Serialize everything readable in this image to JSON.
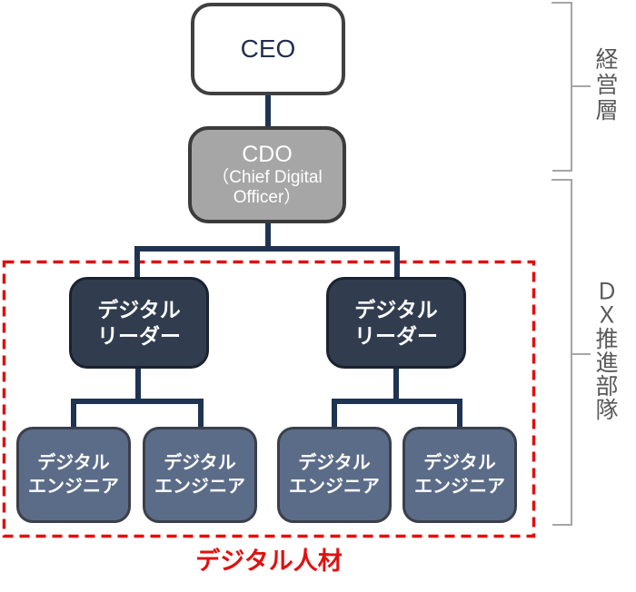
{
  "nodes": {
    "ceo": {
      "label": "CEO"
    },
    "cdo": {
      "title": "CDO",
      "subtitle": "（Chief Digital Officer）"
    },
    "leaders": [
      {
        "label": "デジタル\nリーダー"
      },
      {
        "label": "デジタル\nリーダー"
      }
    ],
    "engineers": [
      {
        "label": "デジタル\nエンジニア"
      },
      {
        "label": "デジタル\nエンジニア"
      },
      {
        "label": "デジタル\nエンジニア"
      },
      {
        "label": "デジタル\nエンジニア"
      }
    ]
  },
  "annotations": {
    "digital_talent_label": "デジタル人材",
    "side_labels": {
      "management": "経営層",
      "dx_unit": "ＤＸ推進部隊"
    }
  },
  "colors": {
    "connector_navy": "#1f3452",
    "ceo_border": "#404040",
    "ceo_text": "#1f3050",
    "cdo_fill": "#a6a6a6",
    "cdo_border": "#3b3b3b",
    "leader_fill": "#313d4f",
    "leader_border": "#1b2230",
    "engineer_fill": "#5b6c88",
    "engineer_border": "#3a3f4a",
    "highlight_red": "#e11010",
    "bracket_gray": "#9a9a9a",
    "side_text_gray": "#595959"
  }
}
